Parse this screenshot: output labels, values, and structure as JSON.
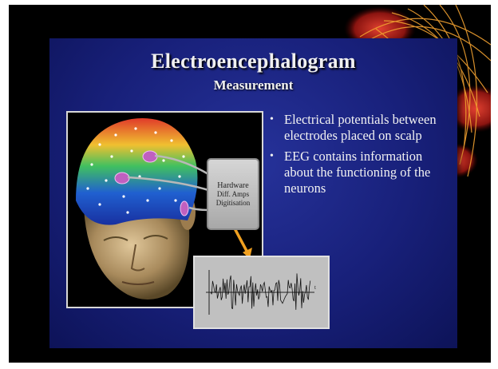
{
  "slide": {
    "title": "Electroencephalogram",
    "subtitle": "Measurement",
    "hardware_box": {
      "line1": "Hardware",
      "line2": "Diff. Amps",
      "line3": "Digitisation"
    },
    "bullets": [
      {
        "marker": "•",
        "text": "Electrical potentials between electrodes placed on scalp"
      },
      {
        "marker": "•",
        "text": "EEG contains information about the functioning of the neurons"
      }
    ],
    "signal_label": "t"
  },
  "colors": {
    "panel": "#18207a",
    "arrow": "#f0a020",
    "text": "#f2f2f2"
  }
}
